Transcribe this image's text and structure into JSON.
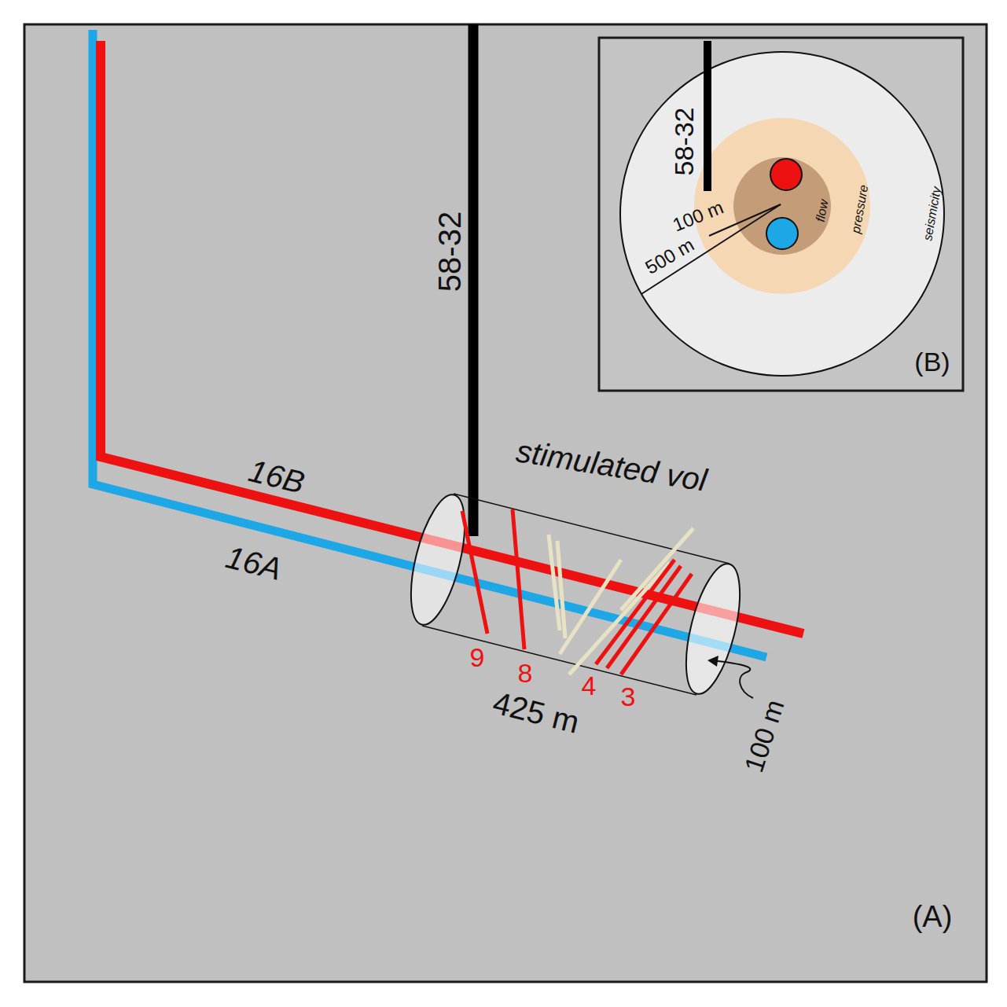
{
  "diagram": {
    "labels": [
      "58-32",
      "16B",
      "16A",
      "stimulated vol",
      "9",
      "8",
      "4",
      "3",
      "425 m",
      "100 m",
      "(A)",
      "58-32",
      "100 m",
      "500 m",
      "flow",
      "pressure",
      "seismicity",
      "(B)"
    ]
  }
}
